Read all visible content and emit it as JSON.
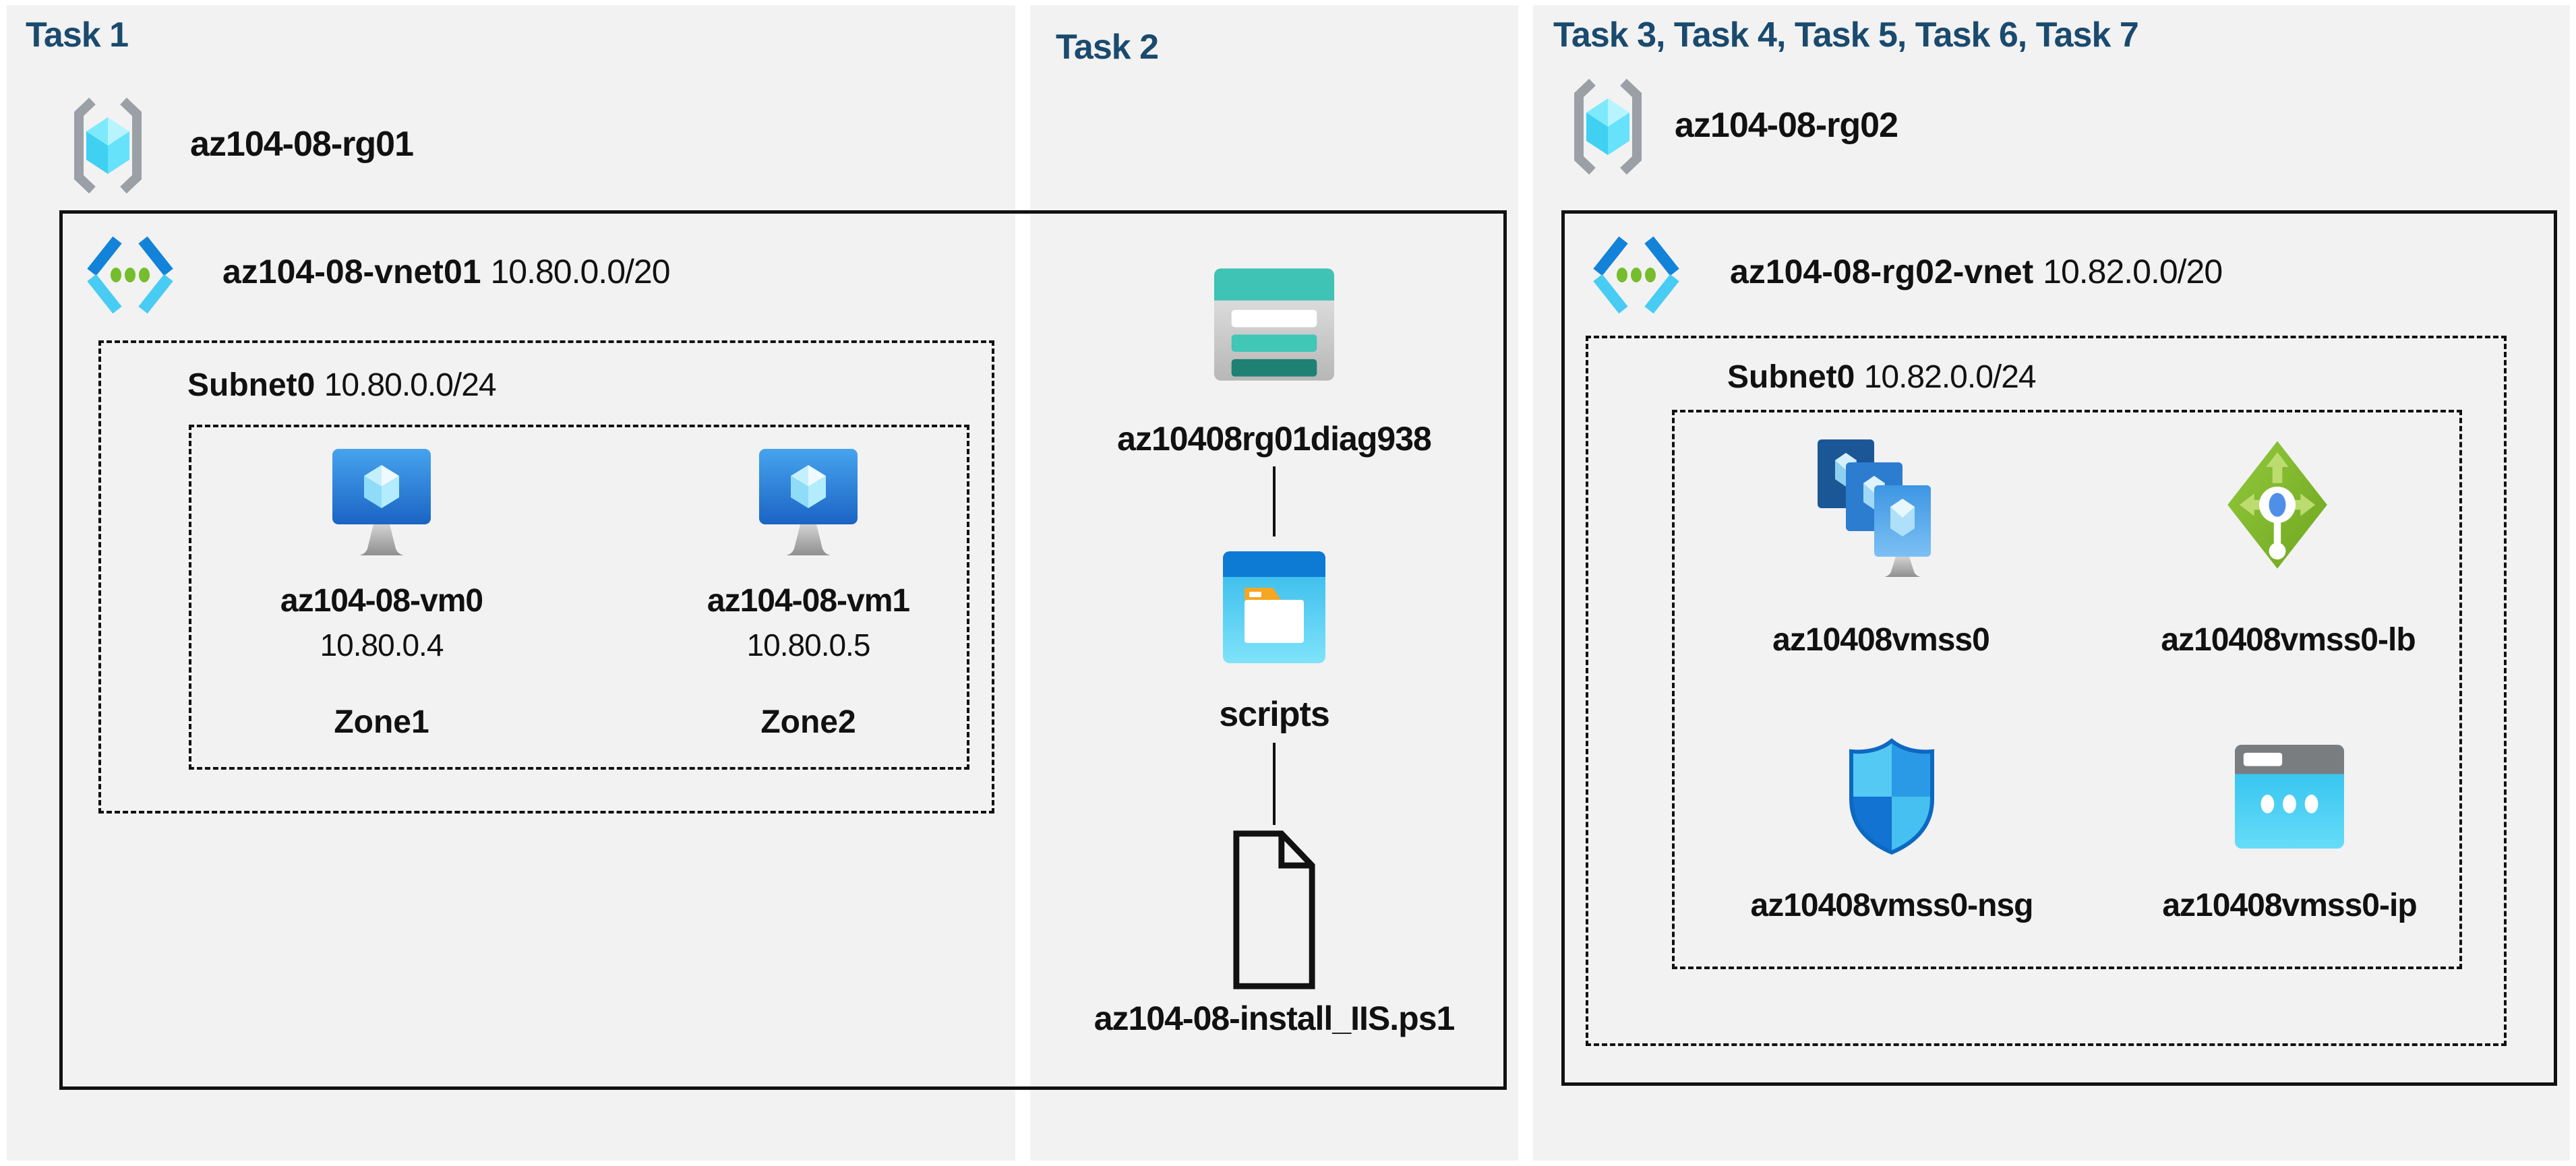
{
  "colors": {
    "page_background": "#ffffff",
    "panel_background": "#f2f2f2",
    "title_color": "#1a4a6e",
    "line_color": "#111111",
    "storage_teal": "#3ec3b4",
    "vnet_dot_green": "#76bc2d",
    "lb_green": "#85bb2d",
    "azure_blue": "#0d7ad4"
  },
  "task1": {
    "title": "Task 1",
    "resource_group": {
      "name": "az104-08-rg01",
      "icon": "resource-group-icon"
    },
    "vnet": {
      "name": "az104-08-vnet01",
      "cidr": "10.80.0.0/20",
      "icon": "virtual-network-icon"
    },
    "subnet": {
      "name": "Subnet0",
      "cidr": "10.80.0.0/24"
    },
    "vms": [
      {
        "name": "az104-08-vm0",
        "ip": "10.80.0.4",
        "zone": "Zone1",
        "icon": "virtual-machine-icon"
      },
      {
        "name": "az104-08-vm1",
        "ip": "10.80.0.5",
        "zone": "Zone2",
        "icon": "virtual-machine-icon"
      }
    ]
  },
  "task2": {
    "title": "Task 2",
    "storage_account": {
      "name": "az10408rg01diag938",
      "icon": "storage-account-icon"
    },
    "container": {
      "name": "scripts",
      "icon": "blob-container-icon"
    },
    "file": {
      "name": "az104-08-install_IIS.ps1",
      "icon": "file-icon"
    }
  },
  "task3": {
    "title": "Task 3, Task 4, Task 5, Task 6, Task 7",
    "resource_group": {
      "name": "az104-08-rg02",
      "icon": "resource-group-icon"
    },
    "vnet": {
      "name": "az104-08-rg02-vnet",
      "cidr": "10.82.0.0/20",
      "icon": "virtual-network-icon"
    },
    "subnet": {
      "name": "Subnet0",
      "cidr": "10.82.0.0/24"
    },
    "resources": [
      {
        "name": "az10408vmss0",
        "icon": "vm-scale-set-icon"
      },
      {
        "name": "az10408vmss0-lb",
        "icon": "load-balancer-icon"
      },
      {
        "name": "az10408vmss0-nsg",
        "icon": "network-security-group-icon"
      },
      {
        "name": "az10408vmss0-ip",
        "icon": "public-ip-icon"
      }
    ]
  }
}
